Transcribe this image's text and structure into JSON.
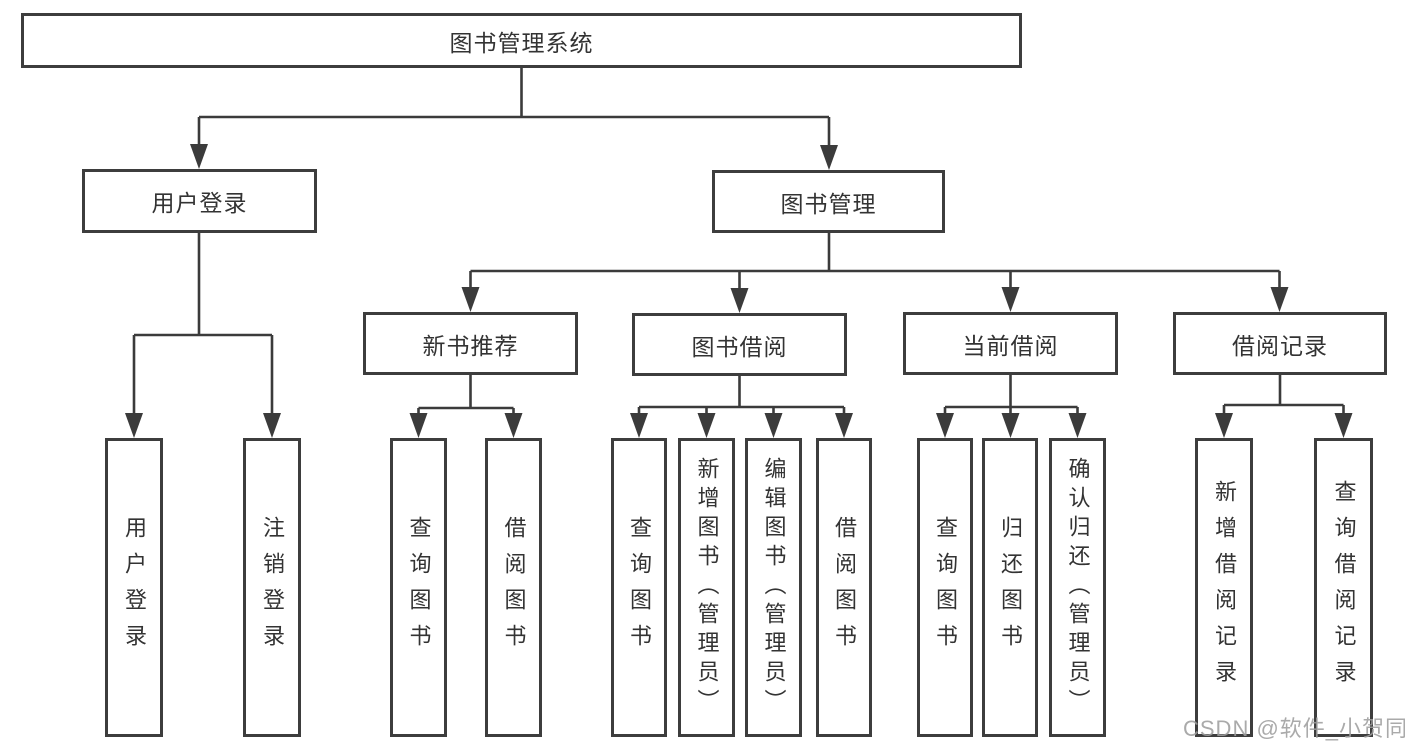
{
  "diagram_type": "hierarchy",
  "tree": {
    "label": "图书管理系统",
    "children": [
      {
        "label": "用户登录",
        "children": [
          {
            "label": "用户登录"
          },
          {
            "label": "注销登录"
          }
        ]
      },
      {
        "label": "图书管理",
        "children": [
          {
            "label": "新书推荐",
            "children": [
              {
                "label": "查询图书"
              },
              {
                "label": "借阅图书"
              }
            ]
          },
          {
            "label": "图书借阅",
            "children": [
              {
                "label": "查询图书"
              },
              {
                "label": "新增图书（管理员）"
              },
              {
                "label": "编辑图书（管理员）"
              },
              {
                "label": "借阅图书"
              }
            ]
          },
          {
            "label": "当前借阅",
            "children": [
              {
                "label": "查询图书"
              },
              {
                "label": "归还图书"
              },
              {
                "label": "确认归还（管理员）"
              }
            ]
          },
          {
            "label": "借阅记录",
            "children": [
              {
                "label": "新增借阅记录"
              },
              {
                "label": "查询借阅记录"
              }
            ]
          }
        ]
      }
    ]
  },
  "watermark": "CSDN @软件_小贺同学",
  "colors": {
    "line": "#3b3b3b",
    "border": "#3d3d3d",
    "text": "#333333",
    "watermark": "#9e9e9e",
    "background": "#ffffff"
  }
}
